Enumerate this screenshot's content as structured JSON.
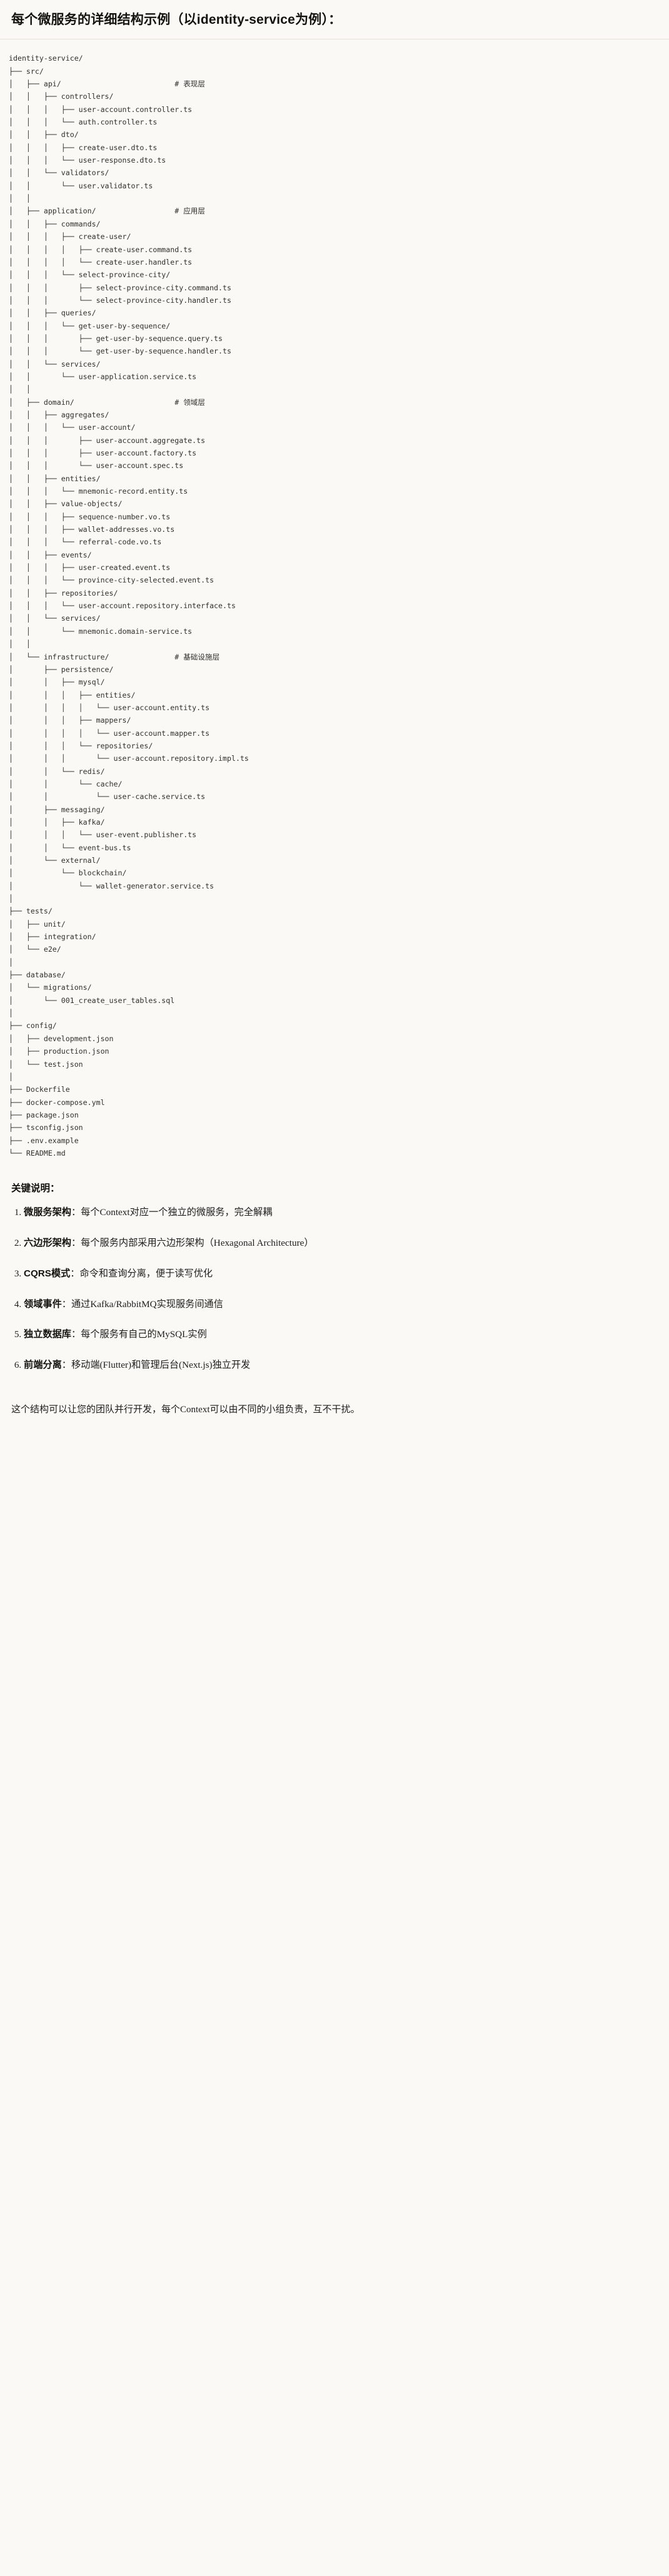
{
  "document": {
    "heading": "每个微服务的详细结构示例（以identity-service为例）：",
    "tree_root": "identity-service/",
    "tree": "identity-service/\n├── src/\n│   ├── api/                          # 表现层\n│   │   ├── controllers/\n│   │   │   ├── user-account.controller.ts\n│   │   │   └── auth.controller.ts\n│   │   ├── dto/\n│   │   │   ├── create-user.dto.ts\n│   │   │   └── user-response.dto.ts\n│   │   └── validators/\n│   │       └── user.validator.ts\n│   │\n│   ├── application/                  # 应用层\n│   │   ├── commands/\n│   │   │   ├── create-user/\n│   │   │   │   ├── create-user.command.ts\n│   │   │   │   └── create-user.handler.ts\n│   │   │   └── select-province-city/\n│   │   │       ├── select-province-city.command.ts\n│   │   │       └── select-province-city.handler.ts\n│   │   ├── queries/\n│   │   │   └── get-user-by-sequence/\n│   │   │       ├── get-user-by-sequence.query.ts\n│   │   │       └── get-user-by-sequence.handler.ts\n│   │   └── services/\n│   │       └── user-application.service.ts\n│   │\n│   ├── domain/                       # 领域层\n│   │   ├── aggregates/\n│   │   │   └── user-account/\n│   │   │       ├── user-account.aggregate.ts\n│   │   │       ├── user-account.factory.ts\n│   │   │       └── user-account.spec.ts\n│   │   ├── entities/\n│   │   │   └── mnemonic-record.entity.ts\n│   │   ├── value-objects/\n│   │   │   ├── sequence-number.vo.ts\n│   │   │   ├── wallet-addresses.vo.ts\n│   │   │   └── referral-code.vo.ts\n│   │   ├── events/\n│   │   │   ├── user-created.event.ts\n│   │   │   └── province-city-selected.event.ts\n│   │   ├── repositories/\n│   │   │   └── user-account.repository.interface.ts\n│   │   └── services/\n│   │       └── mnemonic.domain-service.ts\n│   │\n│   └── infrastructure/               # 基础设施层\n│       ├── persistence/\n│       │   ├── mysql/\n│       │   │   ├── entities/\n│       │   │   │   └── user-account.entity.ts\n│       │   │   ├── mappers/\n│       │   │   │   └── user-account.mapper.ts\n│       │   │   └── repositories/\n│       │   │       └── user-account.repository.impl.ts\n│       │   └── redis/\n│       │       └── cache/\n│       │           └── user-cache.service.ts\n│       ├── messaging/\n│       │   ├── kafka/\n│       │   │   └── user-event.publisher.ts\n│       │   └── event-bus.ts\n│       └── external/\n│           └── blockchain/\n│               └── wallet-generator.service.ts\n│\n├── tests/\n│   ├── unit/\n│   ├── integration/\n│   └── e2e/\n│\n├── database/\n│   └── migrations/\n│       └── 001_create_user_tables.sql\n│\n├── config/\n│   ├── development.json\n│   ├── production.json\n│   └── test.json\n│\n├── Dockerfile\n├── docker-compose.yml\n├── package.json\n├── tsconfig.json\n├── .env.example\n└── README.md",
    "layer_comments": [
      {
        "path": "api/",
        "comment": "# 表现层"
      },
      {
        "path": "application/",
        "comment": "# 应用层"
      },
      {
        "path": "domain/",
        "comment": "# 领域层"
      },
      {
        "path": "infrastructure/",
        "comment": "# 基础设施层"
      }
    ]
  },
  "notes": {
    "title": "关键说明：",
    "separator": "：",
    "items": [
      {
        "term": "微服务架构",
        "desc": "每个Context对应一个独立的微服务，完全解耦"
      },
      {
        "term": "六边形架构",
        "desc": "每个服务内部采用六边形架构（Hexagonal Architecture）"
      },
      {
        "term": "CQRS模式",
        "desc": "命令和查询分离，便于读写优化"
      },
      {
        "term": "领域事件",
        "desc": "通过Kafka/RabbitMQ实现服务间通信"
      },
      {
        "term": "独立数据库",
        "desc": "每个服务有自己的MySQL实例"
      },
      {
        "term": "前端分离",
        "desc": "移动端(Flutter)和管理后台(Next.js)独立开发"
      }
    ],
    "closing": "这个结构可以让您的团队并行开发，每个Context可以由不同的小组负责，互不干扰。"
  },
  "colors": {
    "background": "#faf9f5",
    "text": "#1f1e1c",
    "heading": "#14130f",
    "rule": "#e4e0d6",
    "code_text": "#2f2f2c"
  }
}
